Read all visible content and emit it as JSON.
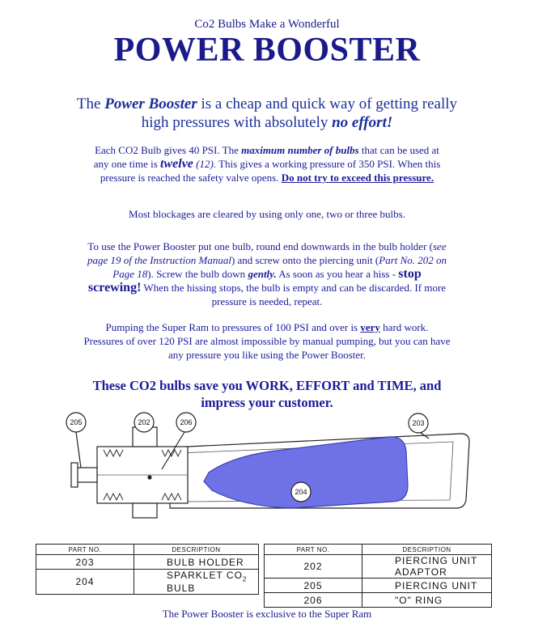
{
  "header": {
    "pretitle": "Co2 Bulbs Make a Wonderful",
    "title": "POWER BOOSTER"
  },
  "intro": {
    "text1": "The ",
    "em1": "Power Booster",
    "text2": " is a cheap and quick way of getting really",
    "text3": "high pressures with absolutely ",
    "em2": "no effort!"
  },
  "para1": {
    "a": "Each CO2 Bulb gives 40 PSI.  The ",
    "b": "maximum  number of bulbs",
    "c": " that can be used at",
    "d": "any one time is ",
    "e": "twelve",
    "f": " (12).",
    "g": "  This gives a working pressure of 350 PSI.  When this",
    "h": "pressure is reached the safety valve opens.  ",
    "i": "Do not try to exceed this pressure."
  },
  "para2": "Most blockages are cleared by using only one, two or three bulbs.",
  "para3": {
    "a": "To use the Power Booster put one bulb, round end downwards in the bulb holder (",
    "b": "see",
    "c": "page 19 of the Instruction Manual",
    "d": ") and screw onto the piercing unit (",
    "e": "Part No. 202 on",
    "f": "Page 18",
    "g": ").  Screw the bulb down ",
    "h": "gently.",
    "i": "  As soon as you hear a hiss - ",
    "j": "stop",
    "k": "screwing!",
    "l": "  When the hissing stops, the bulb is empty and can be discarded.  If  more",
    "m": "pressure is needed, repeat."
  },
  "para4": {
    "a": "Pumping the Super Ram to pressures of 100 PSI and over is ",
    "b": "very",
    "c": " hard work.",
    "d": "Pressures of over 120 PSI are almost impossible by manual pumping, but you can have",
    "e": "any pressure you like using the Power Booster."
  },
  "save": {
    "line1": "These CO2 bulbs save you WORK, EFFORT and TIME, and",
    "line2": "impress your customer."
  },
  "diagram": {
    "labels": [
      "205",
      "202",
      "206",
      "203",
      "204"
    ],
    "bulb_color": "#6f72e6"
  },
  "table_left": {
    "headers": [
      "PART NO.",
      "DESCRIPTION"
    ],
    "rows": [
      {
        "no": "203",
        "desc": "BULB HOLDER"
      },
      {
        "no": "204",
        "desc": "SPARKLET CO",
        "sub": "2",
        "desc_tail": " BULB"
      }
    ]
  },
  "table_right": {
    "headers": [
      "PART NO.",
      "DESCRIPTION"
    ],
    "rows": [
      {
        "no": "202",
        "desc": "PIERCING UNIT ADAPTOR"
      },
      {
        "no": "205",
        "desc": "PIERCING UNIT"
      },
      {
        "no": "206",
        "desc": "\"O\" RING"
      }
    ]
  },
  "footer": "The Power Booster is exclusive to the Super Ram"
}
